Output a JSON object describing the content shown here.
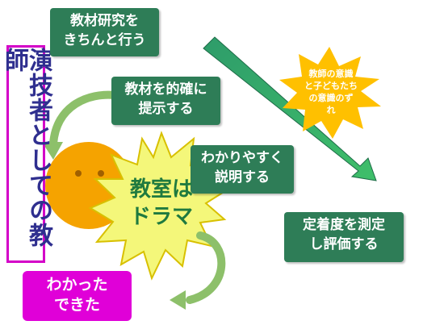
{
  "actor_label": "演技者としての教師",
  "boxes": {
    "research": [
      "教材研究を",
      "きちんと行う"
    ],
    "present": [
      "教材を的確に",
      "提示する"
    ],
    "explain": [
      "わかりやすく",
      "説明する"
    ],
    "measure": [
      "定着度を測定",
      "し評価する"
    ],
    "understood": [
      "わかった",
      "できた"
    ]
  },
  "burst": [
    "教室は",
    "ドラマ"
  ],
  "gap_star": [
    "教師の意識",
    "と子どもたち",
    "の意識のず",
    "れ"
  ],
  "colors": {
    "green_box": "#2e7d57",
    "magenta": "#e000d8",
    "face": "#f5a300",
    "burst_fill": "#f4f77a",
    "gap_star": "#ffc000",
    "arrow_green": "#3aa86a"
  }
}
